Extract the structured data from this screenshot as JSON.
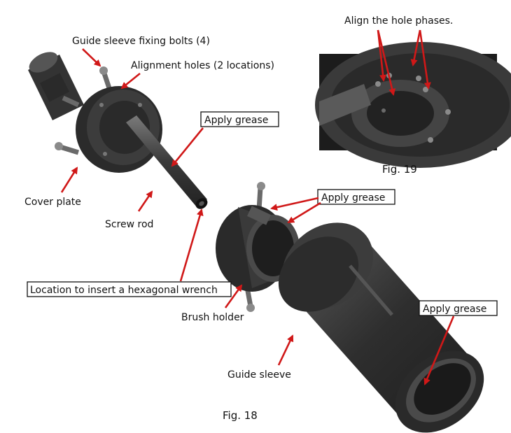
{
  "figure": {
    "main_caption": "Fig. 18",
    "inset_caption": "Fig. 19",
    "inset_label": "Align the hole phases."
  },
  "labels": {
    "guide_sleeve_fixing_bolts": "Guide sleeve fixing bolts (4)",
    "alignment_holes": "Alignment holes (2 locations)",
    "cover_plate": "Cover plate",
    "screw_rod": "Screw rod",
    "apply_grease_rod": "Apply grease",
    "apply_grease_brush": "Apply grease",
    "apply_grease_sleeve": "Apply grease",
    "hex_wrench_location": "Location to insert a hexagonal wrench",
    "brush_holder": "Brush holder",
    "guide_sleeve": "Guide sleeve"
  },
  "colors": {
    "arrow": "#d01818",
    "part_dark": "#2b2b2b",
    "part_mid": "#4a4a4a",
    "part_light": "#6e6e6e",
    "inset_bg": "#1c1c1c"
  }
}
